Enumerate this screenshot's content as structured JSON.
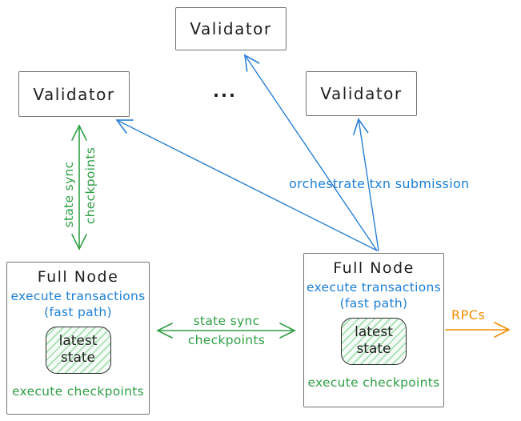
{
  "colors": {
    "green": "#2f9e44",
    "blue": "#1c7ed6",
    "orange": "#f08c00",
    "ink": "#1e1e1e",
    "box_border": "#757575",
    "state_box_fill": "#e8f7ec"
  },
  "validators": {
    "top": {
      "label": "Validator"
    },
    "left": {
      "label": "Validator"
    },
    "right": {
      "label": "Validator"
    }
  },
  "ellipsis": "...",
  "full_nodes": {
    "left": {
      "title": "Full Node",
      "exec_line1": "execute transactions",
      "exec_line2": "(fast path)",
      "state_line1": "latest",
      "state_line2": "state",
      "footer": "execute checkpoints"
    },
    "right": {
      "title": "Full Node",
      "exec_line1": "execute transactions",
      "exec_line2": "(fast path)",
      "state_line1": "latest",
      "state_line2": "state",
      "footer": "execute checkpoints"
    }
  },
  "edges": {
    "validator_fullnode_sync": {
      "label_line1": "state sync",
      "label_line2": "checkpoints"
    },
    "fullnode_fullnode_sync": {
      "label_line1": "state sync",
      "label_line2": "checkpoints"
    },
    "orchestrate": {
      "label": "orchestrate txn submission"
    },
    "rpcs": {
      "label": "RPCs"
    }
  }
}
